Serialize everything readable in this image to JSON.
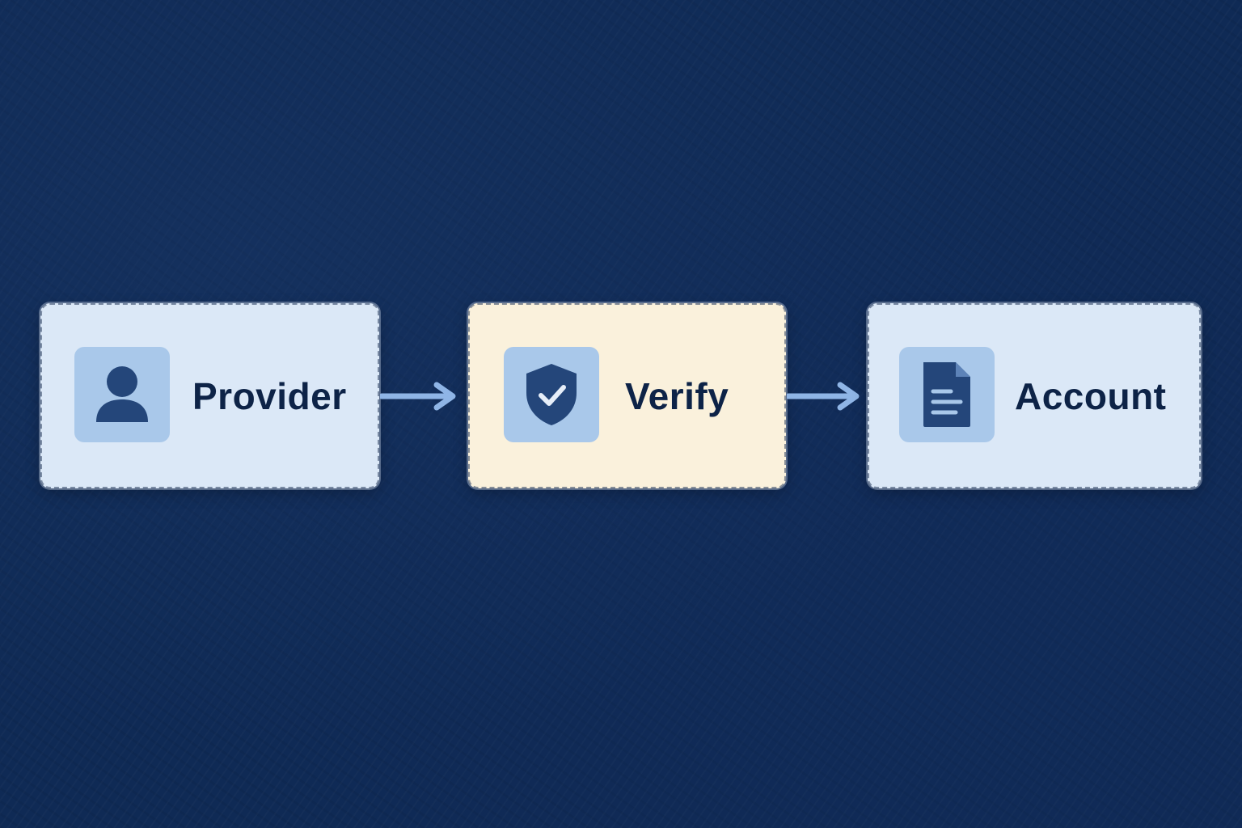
{
  "diagram": {
    "nodes": [
      {
        "id": "provider",
        "label": "Provider",
        "icon": "user-icon",
        "fill": "#dbe8f7"
      },
      {
        "id": "verify",
        "label": "Verify",
        "icon": "shield-check-icon",
        "fill": "#faf1dc"
      },
      {
        "id": "account",
        "label": "Account",
        "icon": "document-icon",
        "fill": "#dbe8f7"
      }
    ],
    "edges": [
      {
        "from": "provider",
        "to": "verify"
      },
      {
        "from": "verify",
        "to": "account"
      }
    ]
  },
  "colors": {
    "background": "#0f2a55",
    "icon_tile": "#a9c8ea",
    "icon_glyph": "#24467a",
    "arrow": "#8fb5e6",
    "text": "#0d2347"
  }
}
